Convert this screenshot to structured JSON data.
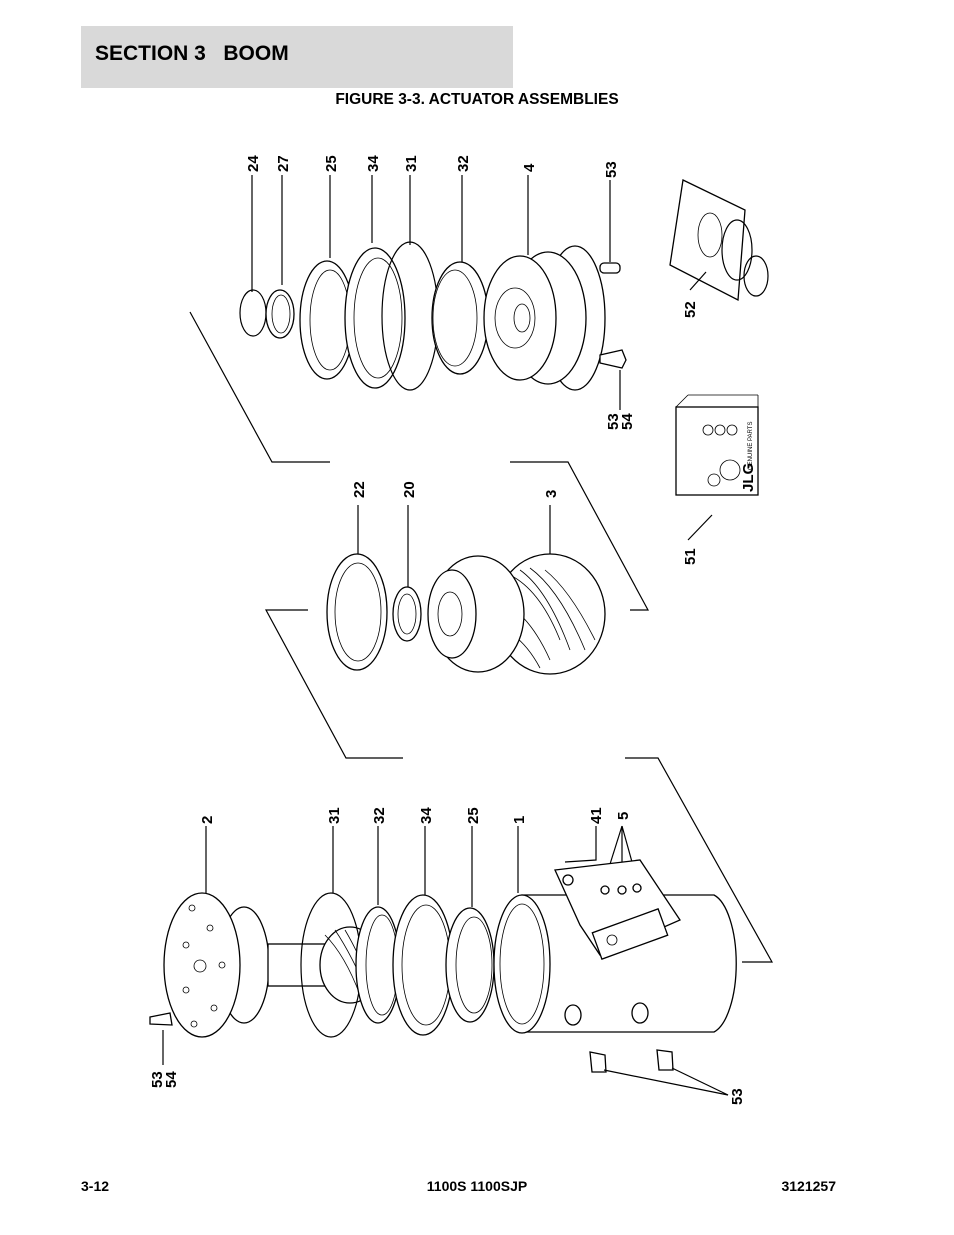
{
  "header": {
    "section_label": "SECTION 3   BOOM",
    "figure_title": "FIGURE 3-3. ACTUATOR ASSEMBLIES"
  },
  "callouts": {
    "top_row": [
      "24",
      "27",
      "25",
      "34",
      "31",
      "32",
      "4",
      "53"
    ],
    "mid_row": [
      "22",
      "20",
      "3"
    ],
    "bottom_row": [
      "2",
      "31",
      "32",
      "34",
      "25",
      "1",
      "41",
      "5"
    ],
    "kit_52": "52",
    "kit_53_54_top": [
      "53",
      "54"
    ],
    "kit_51": "51",
    "bottom_53_54": [
      "53",
      "54"
    ],
    "bottom_53": "53"
  },
  "kit_box_text": {
    "brand": "JLG",
    "label": "GENUINE PARTS"
  },
  "footer": {
    "page": "3-12",
    "model": "1100S 1100SJP",
    "doc_number": "3121257"
  }
}
